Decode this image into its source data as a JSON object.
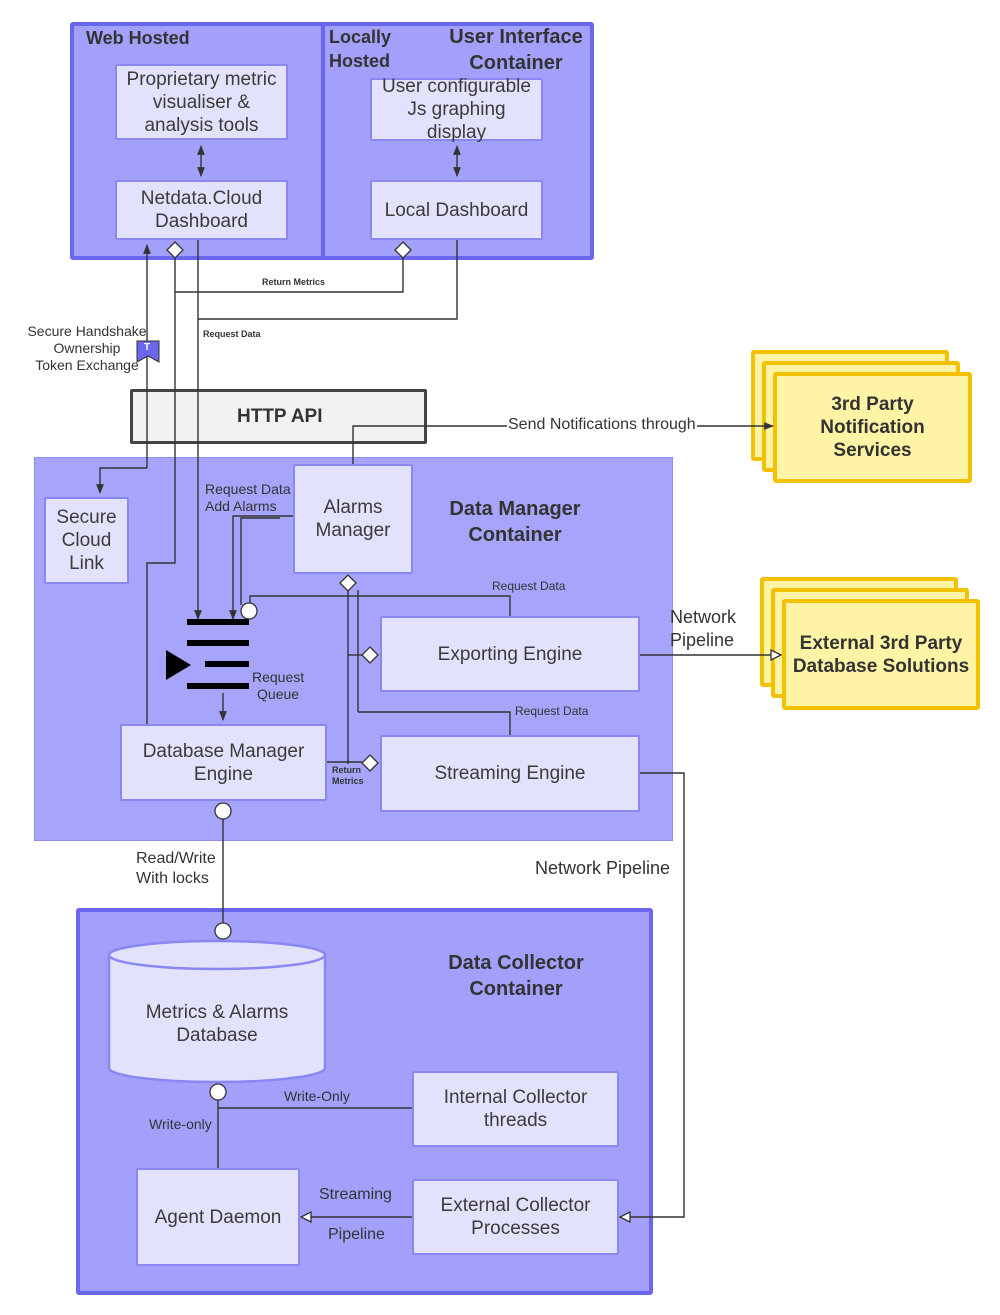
{
  "ui_container": {
    "web_hosted_label": "Web Hosted",
    "locally_hosted_label": "Locally\nHosted",
    "title": "User Interface\nContainer",
    "proprietary_tools": "Proprietary metric\nvisualiser &\nanalysis tools",
    "netdata_cloud": "Netdata.Cloud\nDashboard",
    "js_graphing": "User configurable\nJs graphing display",
    "local_dashboard": "Local Dashboard"
  },
  "connectors": {
    "return_metrics": "Return Metrics",
    "request_data": "Request Data",
    "secure_handshake": "Secure Handshake\nOwnership\nToken Exchange",
    "token_icon": "T",
    "send_notifications": "Send Notifications through",
    "request_data_add_alarms": "Request Data\nAdd Alarms",
    "request_data_export": "Request Data",
    "request_data_stream": "Request Data",
    "return_metrics_small": "Return\nMetrics",
    "network_pipeline_export": "Network\nPipeline",
    "network_pipeline_stream": "Network Pipeline",
    "read_write": "Read/Write\nWith locks",
    "write_only_internal": "Write-Only",
    "write_only_agent": "Write-only",
    "streaming_pipeline_top": "Streaming",
    "streaming_pipeline_bottom": "Pipeline"
  },
  "http_api": "HTTP API",
  "data_manager": {
    "title": "Data Manager\nContainer",
    "secure_cloud_link": "Secure\nCloud\nLink",
    "alarms_manager": "Alarms\nManager",
    "request_queue": "Request\nQueue",
    "exporting_engine": "Exporting Engine",
    "database_manager": "Database Manager\nEngine",
    "streaming_engine": "Streaming Engine"
  },
  "third_party": {
    "notification": "3rd Party\nNotification\nServices",
    "database": "External 3rd Party\nDatabase Solutions"
  },
  "data_collector": {
    "title": "Data Collector\nContainer",
    "database": "Metrics & Alarms\nDatabase",
    "internal_collector": "Internal Collector\nthreads",
    "external_collector": "External Collector\nProcesses",
    "agent_daemon": "Agent Daemon"
  },
  "colors": {
    "container_fill": "#a2a0fb",
    "box_fill": "#e2e2fc",
    "box_border": "#8a88f0",
    "third_party_fill": "#fff4a6",
    "third_party_border": "#f2c200"
  }
}
